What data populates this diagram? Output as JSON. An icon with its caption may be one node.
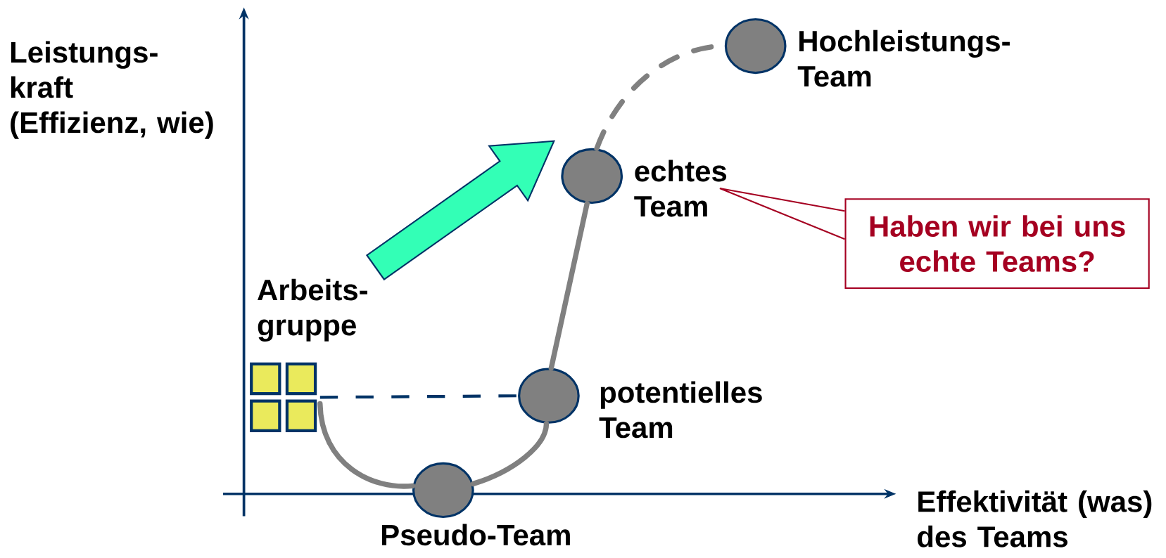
{
  "diagram": {
    "nodes": [
      {
        "text": [
          "Arbeits- gruppe"
        ]
      },
      {
        "text": [
          "Pseudo-Team"
        ]
      },
      {
        "text": [
          "potentielles Team"
        ]
      },
      {
        "text": [
          "echtes Team"
        ]
      },
      {
        "text": [
          "Hochleistungs- Team"
        ]
      },
      {
        "text": [
          "Haben wir bei uns echte Teams?"
        ]
      }
    ],
    "edges": [
      {
        "from": 0,
        "to": 1,
        "arrow": "none"
      },
      {
        "from": 1,
        "to": 2,
        "arrow": "none"
      },
      {
        "from": 2,
        "to": 3,
        "arrow": "none"
      },
      {
        "from": 3,
        "to": 4,
        "arrow": "none",
        "style": "dashed"
      },
      {
        "from": 0,
        "to": 2,
        "arrow": "none",
        "style": "dashed",
        "color": "#003366"
      },
      {
        "from": 5,
        "to": 3,
        "arrow": "none",
        "color": "#a50021"
      }
    ],
    "labels": [
      "Leistungs- kraft (Effizienz, wie)",
      "Effektivität (was) des Teams"
    ]
  }
}
